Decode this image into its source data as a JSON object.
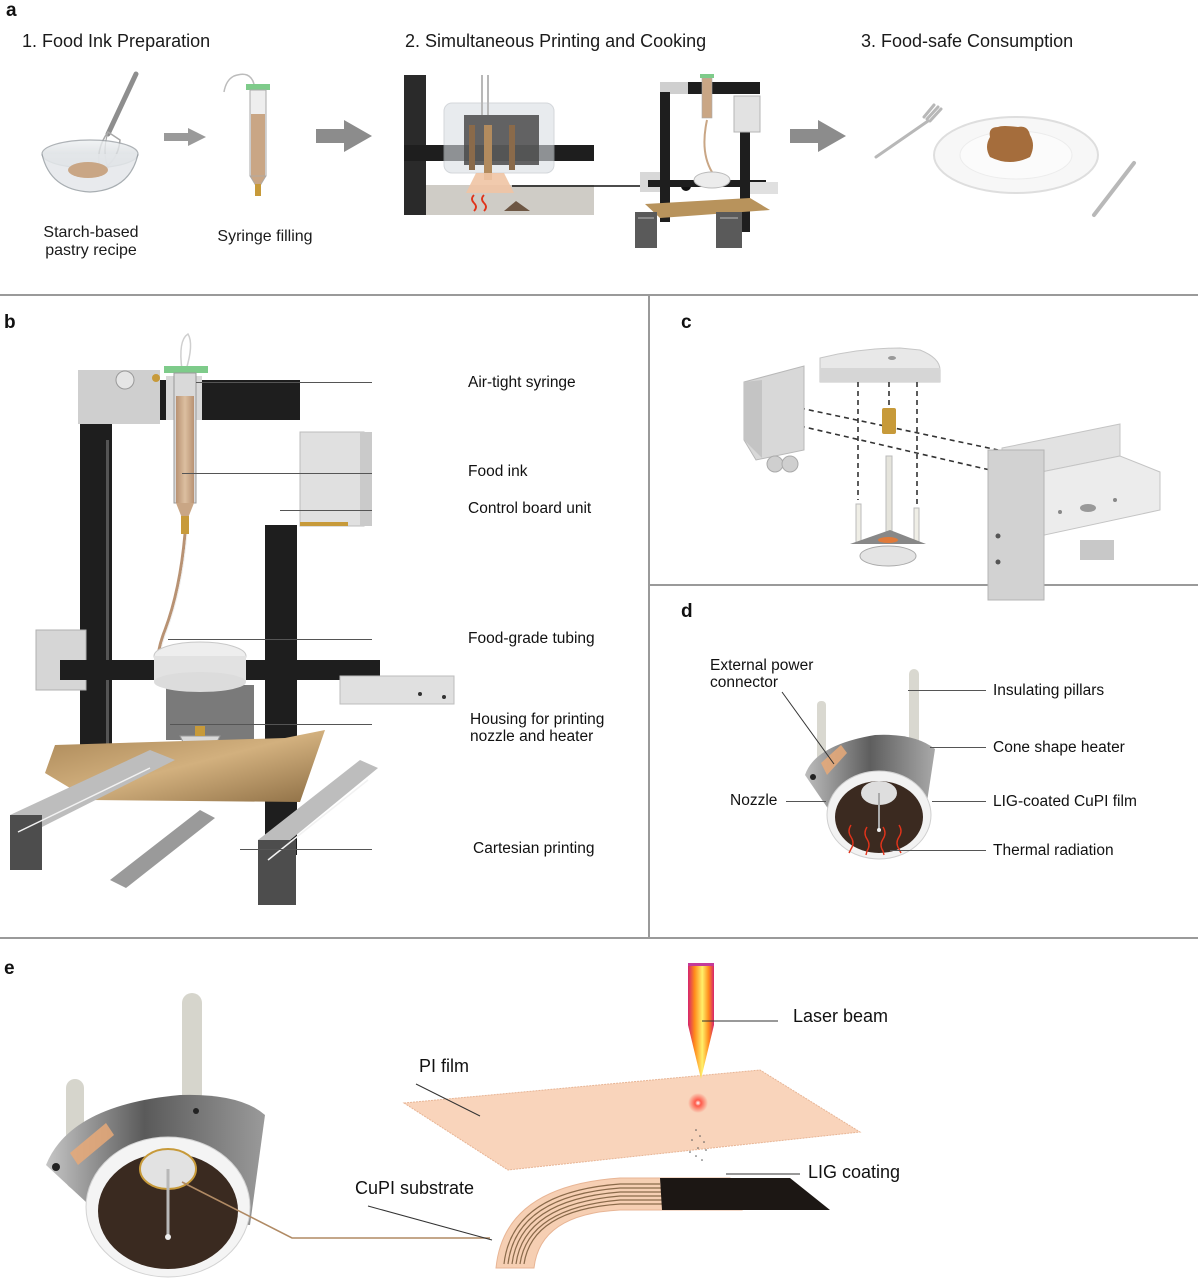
{
  "panels": {
    "a": {
      "letter": "a",
      "steps": [
        {
          "title": "1. Food Ink Preparation"
        },
        {
          "title": "2. Simultaneous Printing and Cooking"
        },
        {
          "title": "3. Food-safe Consumption"
        }
      ],
      "captions": {
        "bowl": "Starch-based\npastry recipe",
        "syringe": "Syringe filling"
      }
    },
    "b": {
      "letter": "b",
      "labels": {
        "syringe": "Air-tight syringe",
        "food_ink": "Food ink",
        "control_board": "Control board unit",
        "tubing": "Food-grade tubing",
        "housing_line1": "Housing for printing",
        "housing_line2": "nozzle and heater",
        "cartesian": "Cartesian printing"
      }
    },
    "c": {
      "letter": "c"
    },
    "d": {
      "letter": "d",
      "labels": {
        "power_line1": "External power",
        "power_line2": "connector",
        "pillars": "Insulating pillars",
        "heater": "Cone shape heater",
        "nozzle": "Nozzle",
        "film": "LIG-coated CuPI film",
        "radiation": "Thermal radiation"
      }
    },
    "e": {
      "letter": "e",
      "labels": {
        "laser": "Laser beam",
        "pi_film": "PI film",
        "lig": "LIG coating",
        "cupi": "CuPI substrate"
      }
    }
  },
  "colors": {
    "divider": "#9a9a9a",
    "arrow_gray": "#8c8c8c",
    "frame_black": "#1e1e1e",
    "aluminum": "#d4d4d4",
    "food_ink": "#c9a685",
    "syringe_green": "#7ecb8a",
    "brass": "#c79a3a",
    "pi_film": "#f8d2b8",
    "cupi_trace": "#8a6a4a",
    "lig_black": "#1c1714",
    "heat_red": "#e0331a",
    "laser_yellow": "#ffd23a",
    "laser_magenta": "#d6246e",
    "bed_gold": "#b8935c"
  }
}
